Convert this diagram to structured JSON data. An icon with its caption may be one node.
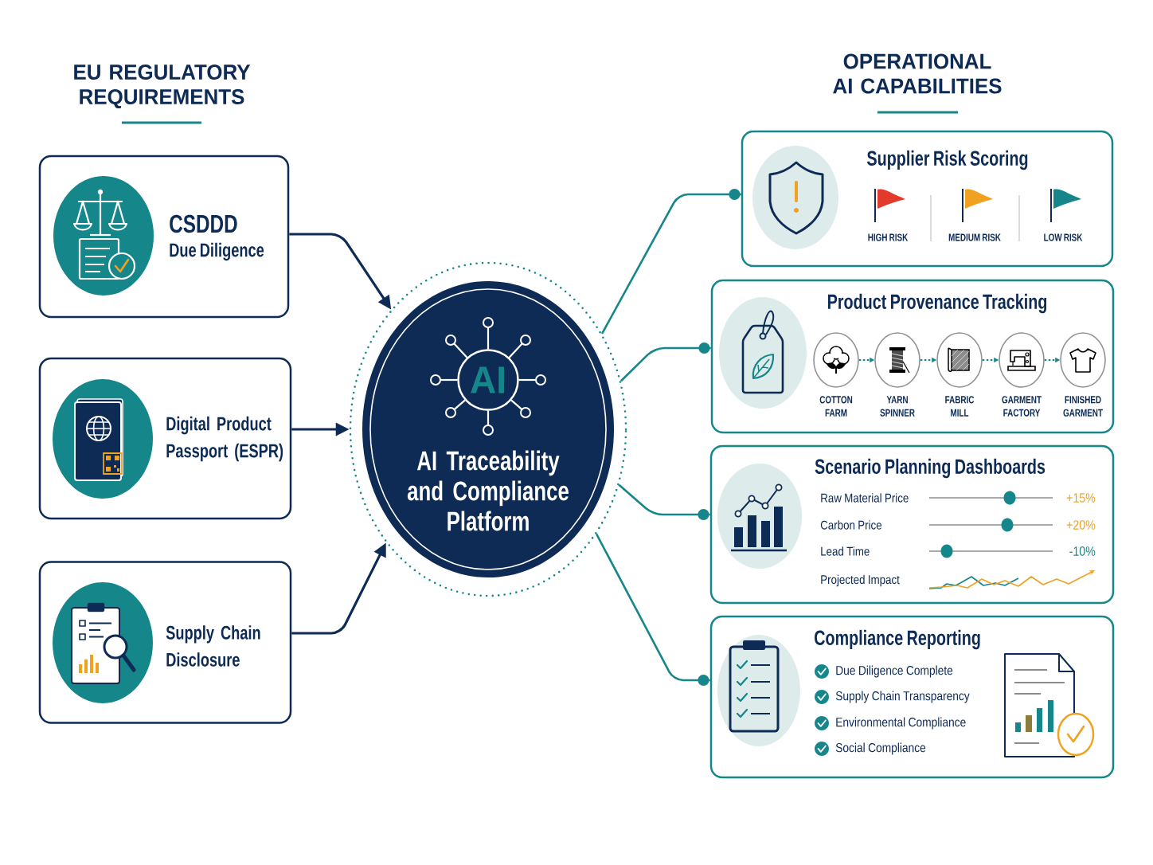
{
  "diagram": {
    "nodes": [
      {
        "text": [
          "CSDDD",
          "Due Diligence"
        ]
      },
      {
        "text": [
          "Digital Product Passport (ESPR)"
        ]
      },
      {
        "text": [
          "Supply Chain Disclosure"
        ]
      },
      {
        "text": [
          "AI Traceability and Compliance Platform"
        ]
      },
      {
        "text": [
          "AI"
        ],
        "in": 3
      },
      {
        "text": [
          "Supplier Risk Scoring",
          "HIGH RISK",
          "MEDIUM RISK",
          "LOW RISK"
        ]
      },
      {
        "text": [
          "Product Provenance Tracking"
        ]
      },
      {
        "text": [
          "COTTON FARM"
        ],
        "in": 6
      },
      {
        "text": [
          "YARN SPINNER"
        ],
        "in": 6
      },
      {
        "text": [
          "FABRIC MILL"
        ],
        "in": 6
      },
      {
        "text": [
          "GARMENT FACTORY"
        ],
        "in": 6
      },
      {
        "text": [
          "FINISHED GARMENT"
        ],
        "in": 6
      },
      {
        "text": [
          "Scenario Planning Dashboards",
          "Raw Material Price",
          "+15%",
          "Carbon Price",
          "+20%",
          "Lead Time",
          "-10%",
          "Projected Impact"
        ]
      },
      {
        "text": [
          "Compliance Reporting",
          "Due Diligence Complete",
          "Supply Chain Transparency",
          "Environmental Compliance",
          "Social Compliance"
        ]
      }
    ],
    "edges": [
      {
        "from": 0,
        "to": 3,
        "arrow": "to",
        "color": "#0e2b55"
      },
      {
        "from": 1,
        "to": 3,
        "arrow": "to",
        "color": "#0e2b55"
      },
      {
        "from": 2,
        "to": 3,
        "arrow": "to",
        "color": "#0e2b55"
      },
      {
        "from": 3,
        "to": 5,
        "arrow": "other"
      },
      {
        "from": 3,
        "to": 6,
        "arrow": "other"
      },
      {
        "from": 3,
        "to": 12,
        "arrow": "other"
      },
      {
        "from": 3,
        "to": 13,
        "arrow": "other"
      },
      {
        "from": 7,
        "to": 8,
        "arrow": "to",
        "style": "dashed"
      },
      {
        "from": 8,
        "to": 9,
        "arrow": "to",
        "style": "dashed"
      },
      {
        "from": 9,
        "to": 10,
        "arrow": "to",
        "style": "dashed"
      },
      {
        "from": 10,
        "to": 11,
        "arrow": "to",
        "style": "dashed"
      }
    ],
    "labels": [
      "EU REGULATORY REQUIREMENTS",
      "OPERATIONAL AI CAPABILITIES"
    ]
  }
}
